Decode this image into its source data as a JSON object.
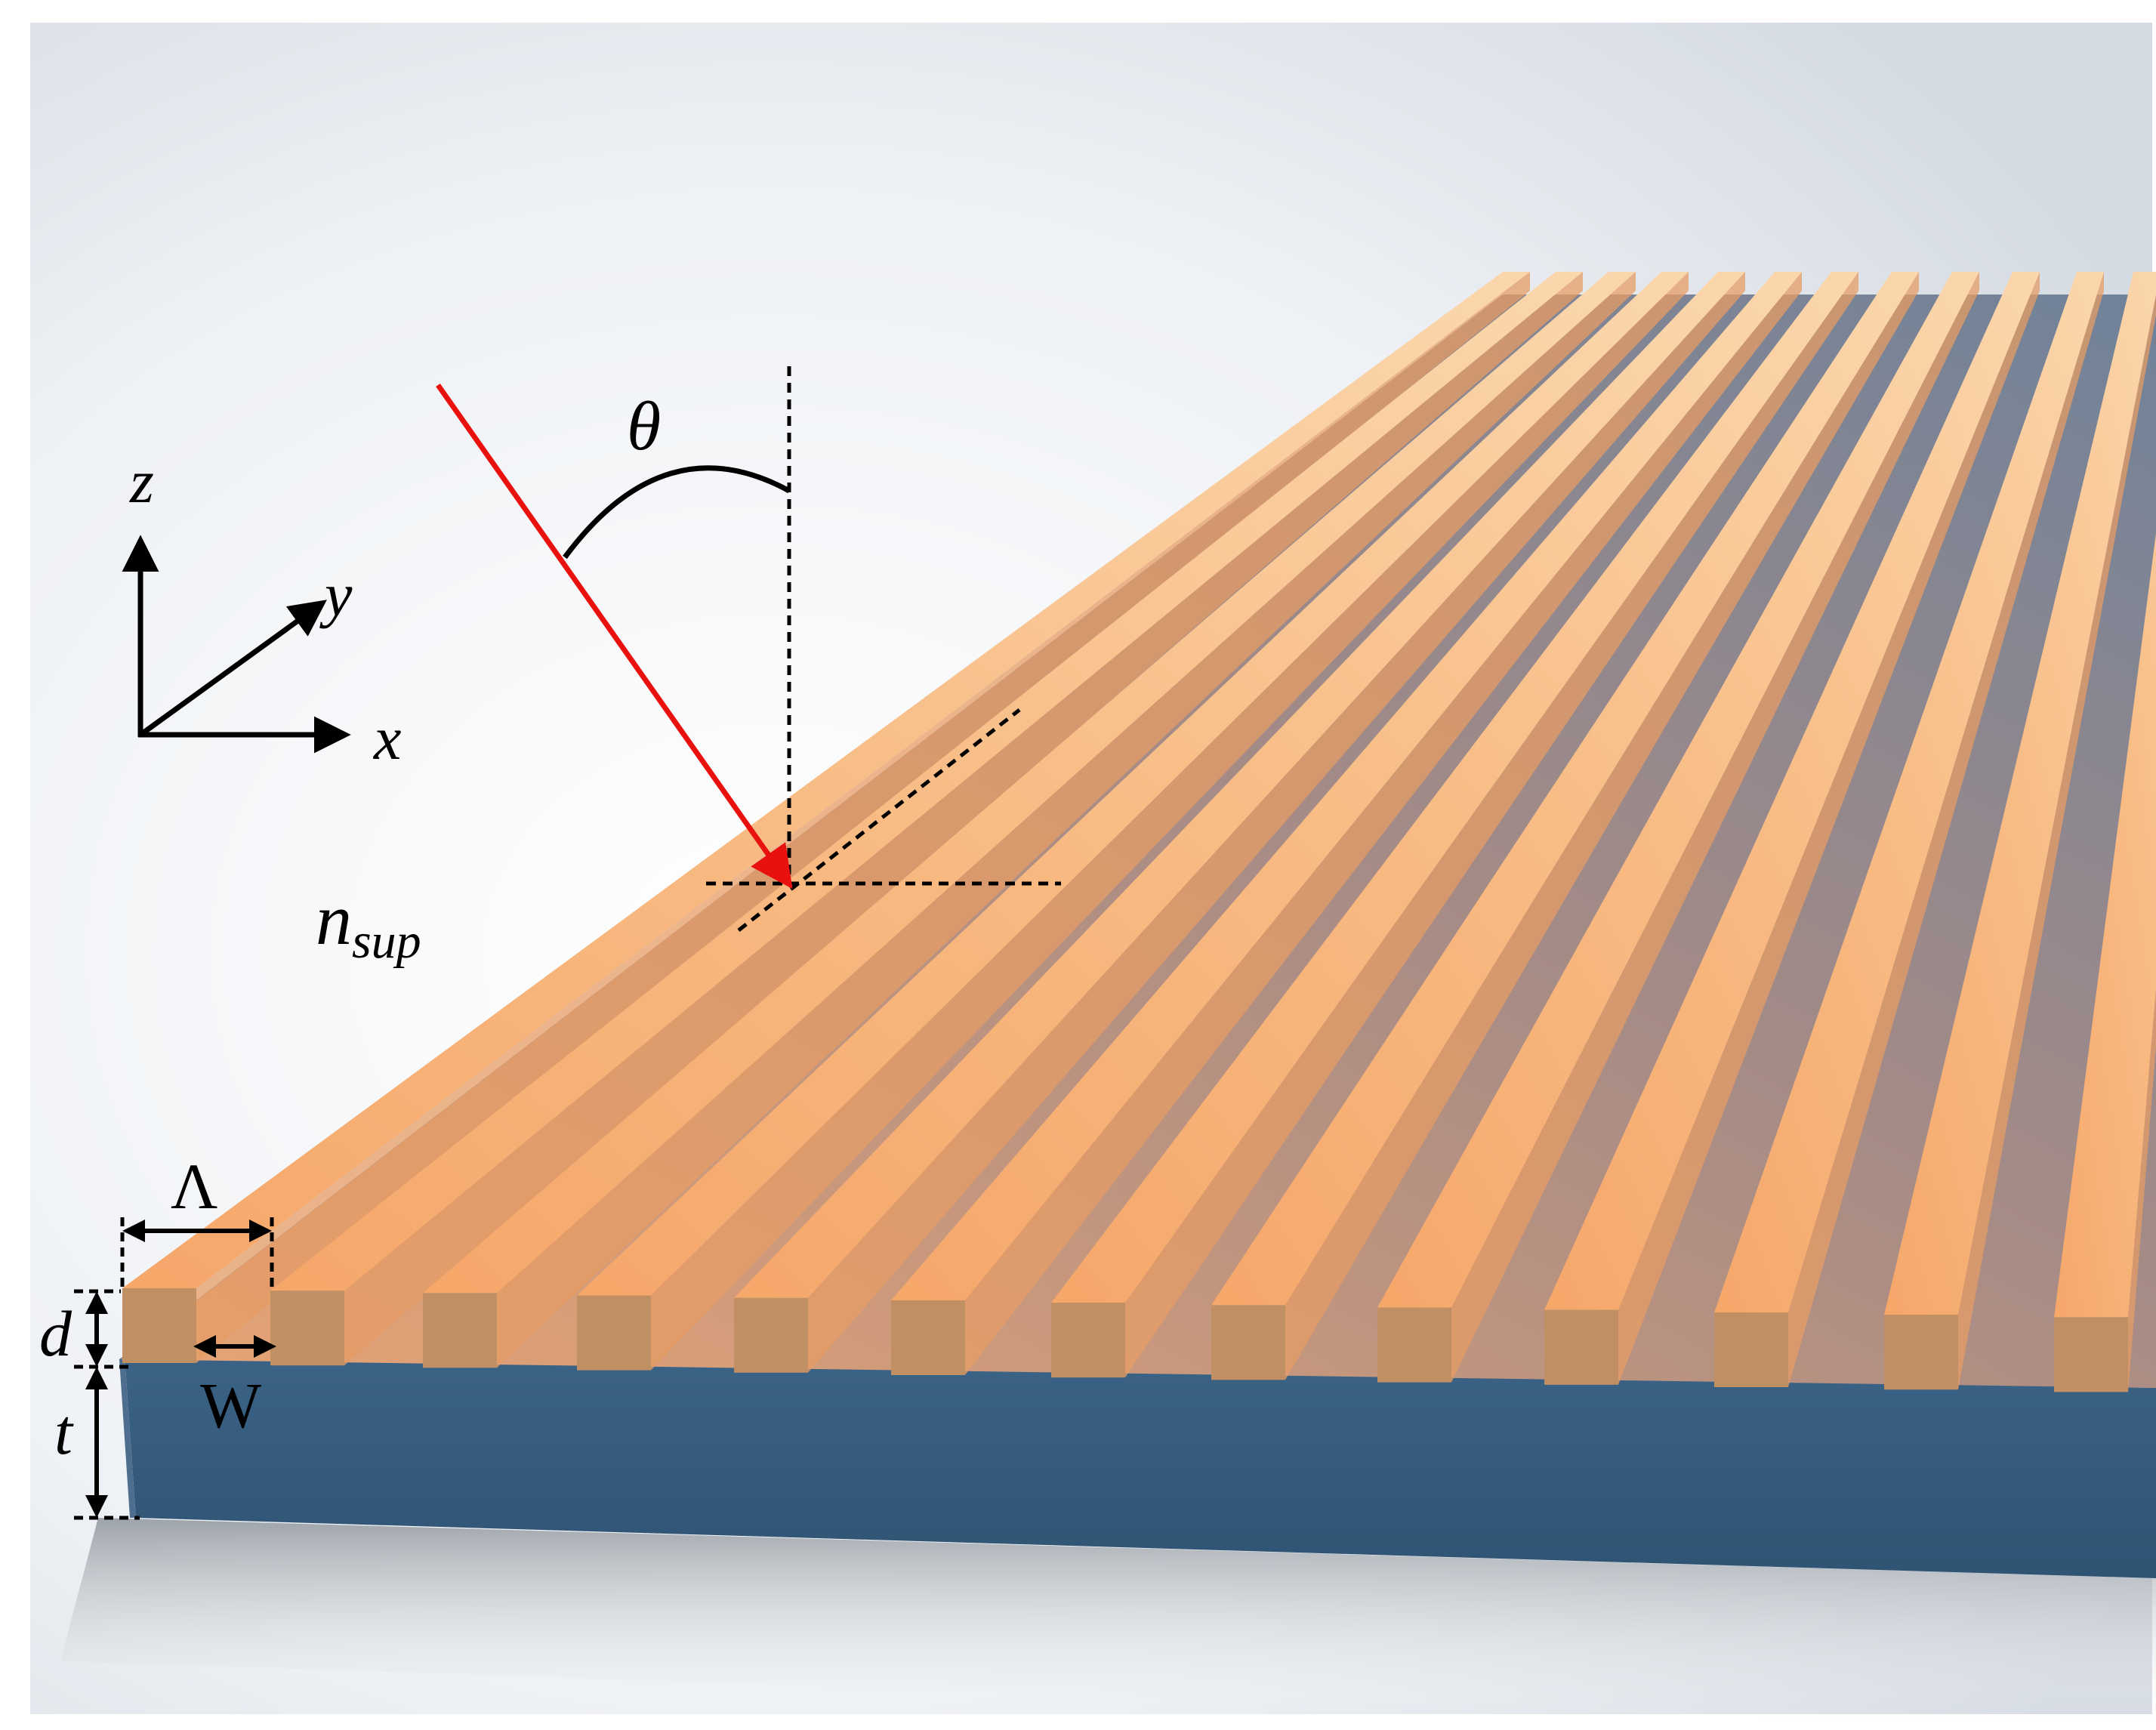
{
  "labels": {
    "axis_z": "z",
    "axis_y": "y",
    "axis_x": "x",
    "angle": "θ",
    "medium_n": "n",
    "medium_sub": "sup",
    "period": "Λ",
    "depth": "d",
    "width": "W",
    "thickness": "t"
  },
  "colors": {
    "grating": "#f7b173",
    "grating_front": "#c08f64",
    "substrate": "#355a7b",
    "incident_ray": "#e8110e"
  }
}
